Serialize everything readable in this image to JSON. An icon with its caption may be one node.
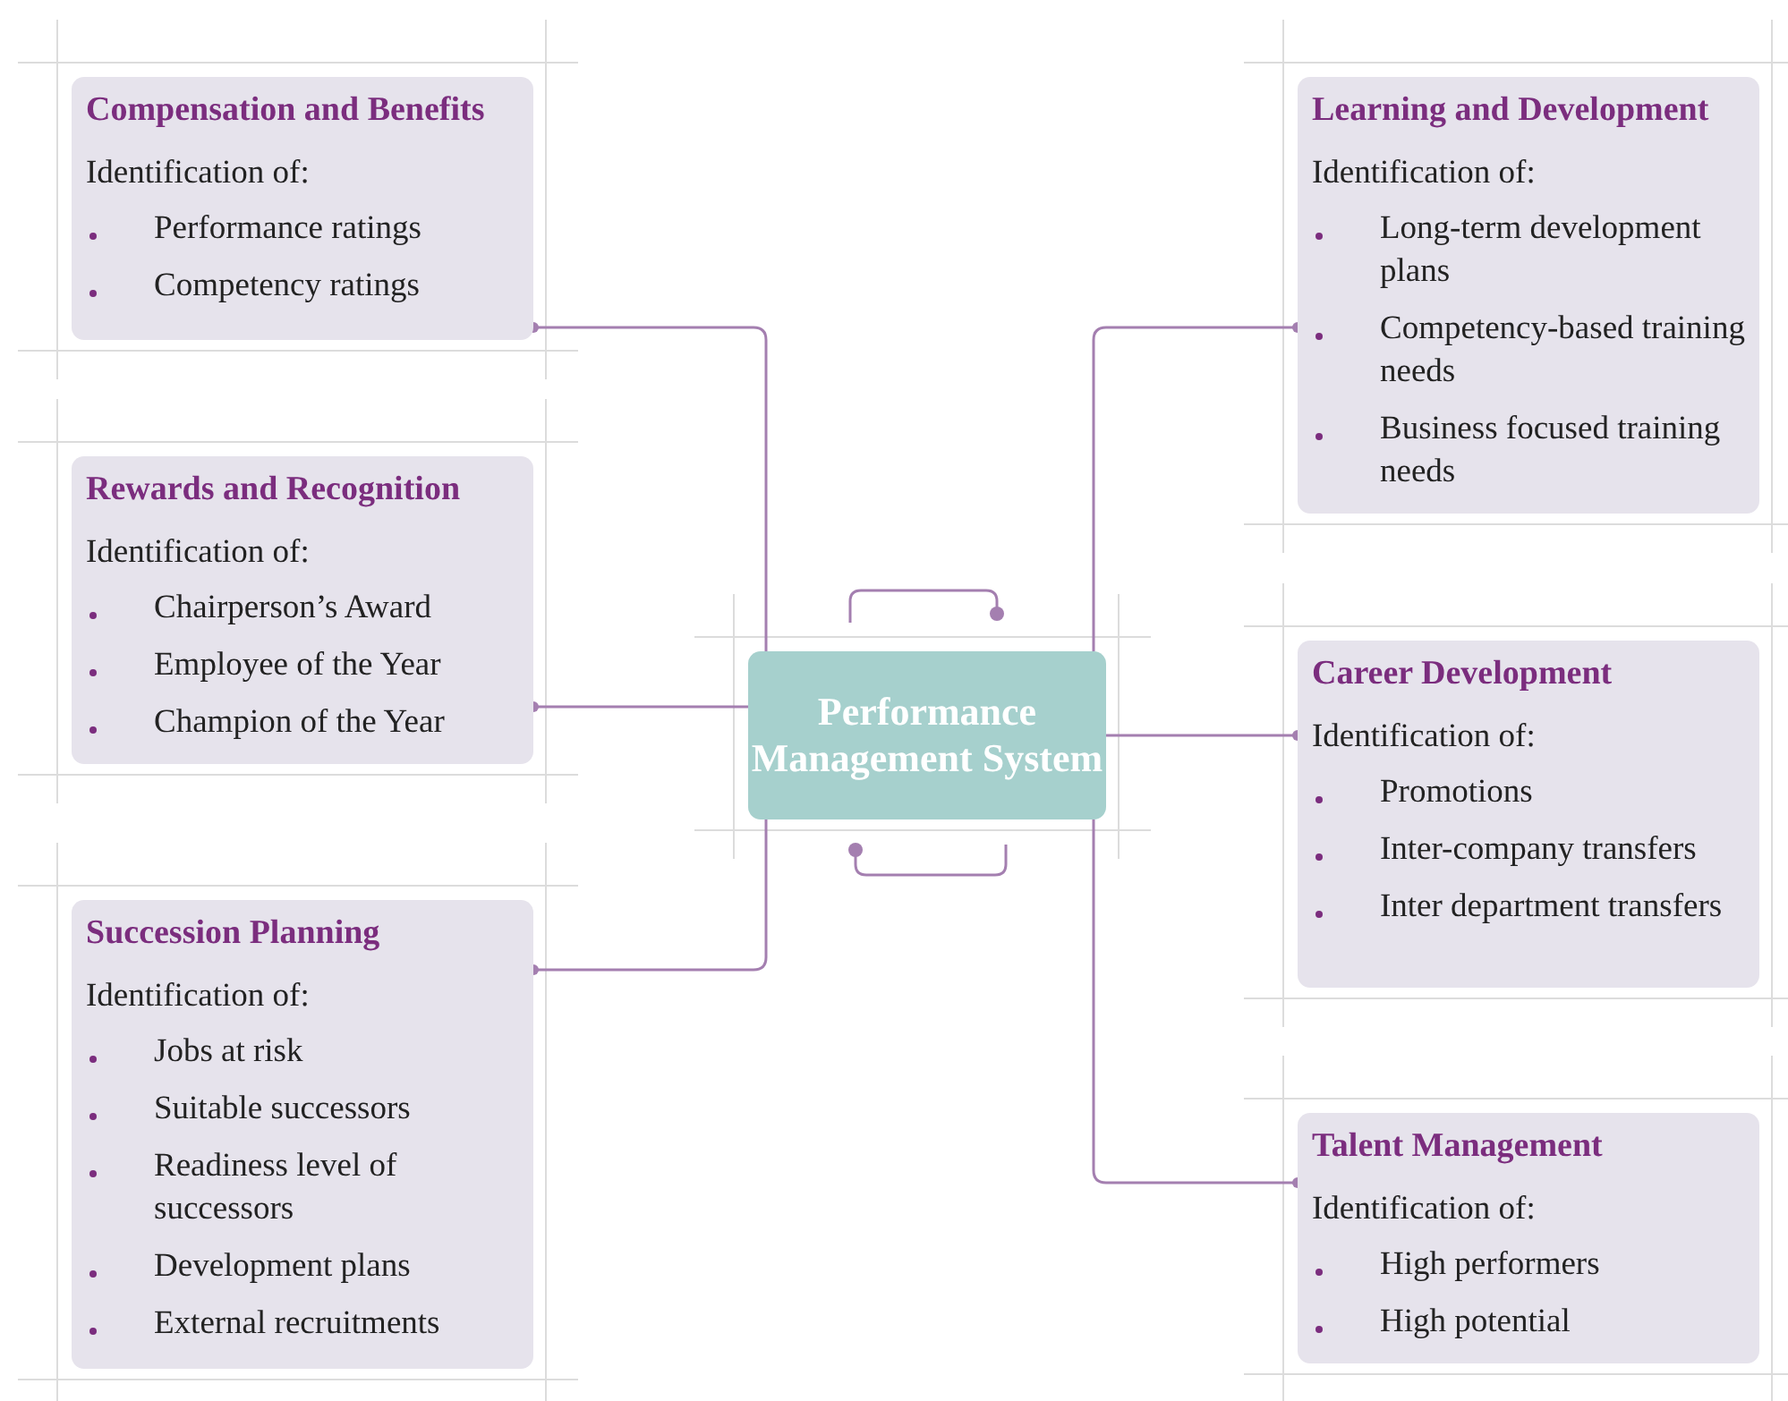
{
  "diagram": {
    "nodes": [
      {
        "text": [
          "Performance Management System"
        ]
      },
      {
        "text": [
          "Compensation and Benefits",
          "Identification of:",
          "Performance ratings",
          "Competency ratings"
        ]
      },
      {
        "text": [
          "Rewards and Recognition",
          "Identification of:",
          "Chairperson’s Award",
          "Employee of the Year",
          "Champion of the Year"
        ]
      },
      {
        "text": [
          "Succession Planning",
          "Identification of:",
          "Jobs at risk",
          "Suitable successors",
          "Readiness level of successors",
          "Development plans",
          "External recruitments"
        ]
      },
      {
        "text": [
          "Learning and Development",
          "Identification of:",
          "Long-term development plans",
          "Competency-based training needs",
          "Business focused training needs"
        ]
      },
      {
        "text": [
          "Career Development",
          "Identification of:",
          "Promotions",
          "Inter-company transfers",
          "Inter department transfers"
        ]
      },
      {
        "text": [
          "Talent Management",
          "Identification of:",
          "High performers",
          "High potential"
        ]
      }
    ],
    "edges": [
      {
        "from": 0,
        "to": 1,
        "arrow": "other"
      },
      {
        "from": 0,
        "to": 2,
        "arrow": "other"
      },
      {
        "from": 0,
        "to": 3,
        "arrow": "other"
      },
      {
        "from": 0,
        "to": 4,
        "arrow": "other"
      },
      {
        "from": 0,
        "to": 5,
        "arrow": "other"
      },
      {
        "from": 0,
        "to": 6,
        "arrow": "other"
      }
    ]
  }
}
